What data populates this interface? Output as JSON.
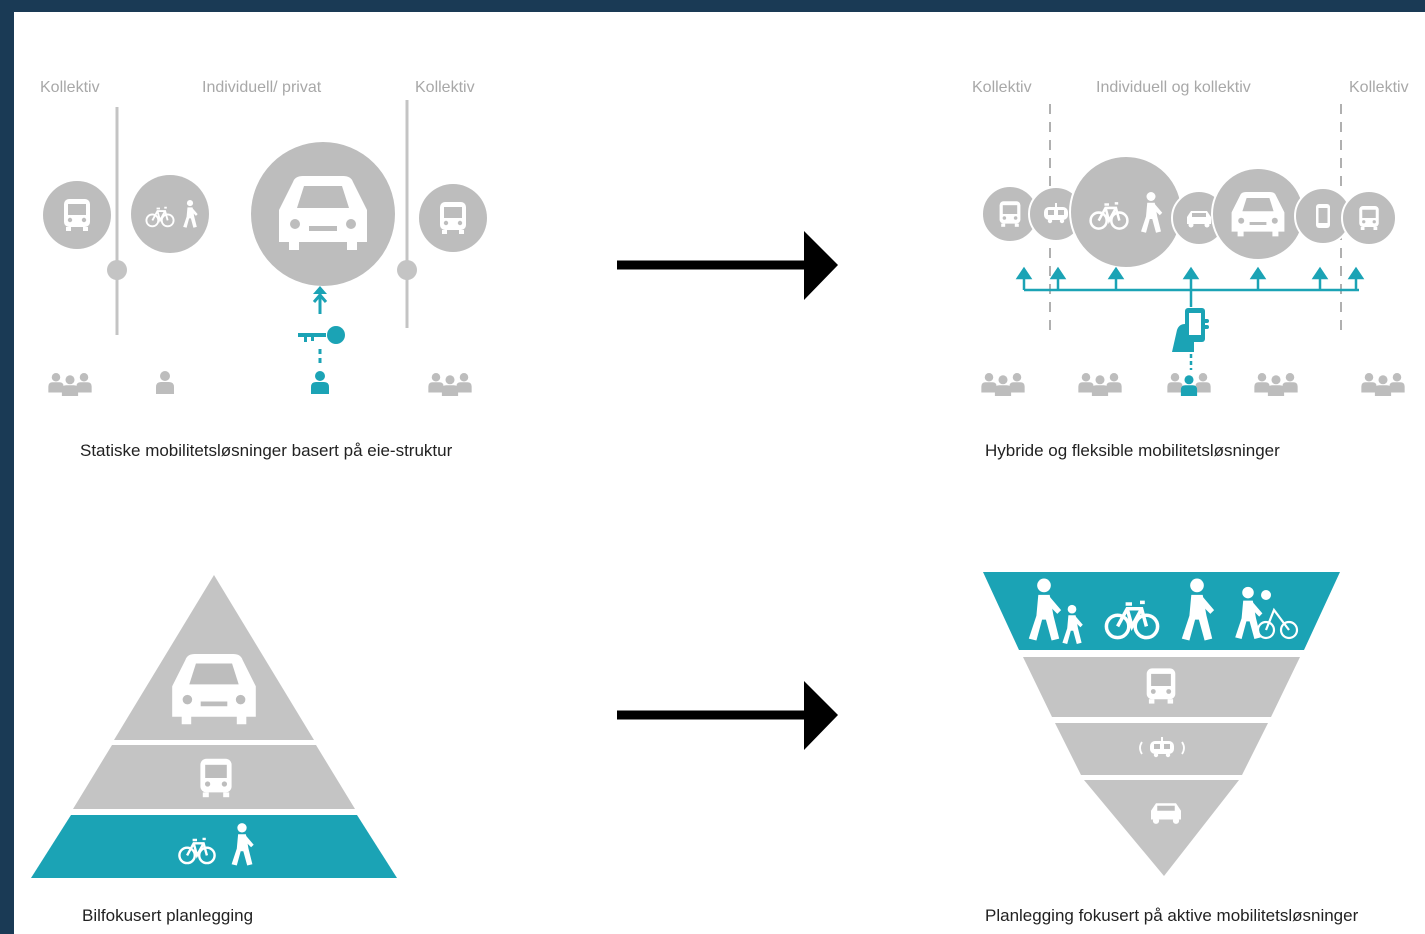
{
  "colors": {
    "teal": "#1ba3b5",
    "gray": "#bdbdbd",
    "light_gray": "#c9c9c9",
    "text": "#222222",
    "arrow": "#000000"
  },
  "top_left": {
    "headers": [
      "Kollektiv",
      "Individuell/ privat",
      "Kollektiv"
    ],
    "caption": "Statiske mobilitetsløsninger basert på eie-struktur"
  },
  "top_right": {
    "headers": [
      "Kollektiv",
      "Individuell og kollektiv",
      "Kollektiv"
    ],
    "caption": "Hybride og fleksible mobilitetsløsninger"
  },
  "bottom_left": {
    "caption": "Bilfokusert planlegging"
  },
  "bottom_right": {
    "caption": "Planlegging fokusert på aktive mobilitetsløsninger"
  },
  "icons": [
    "bus-icon",
    "bike-walk-icon",
    "car-icon",
    "key-icon",
    "person-icon",
    "group-icon",
    "phone-hand-icon",
    "shuttle-icon",
    "scooter-icon",
    "walk-child-icon",
    "family-bike-icon"
  ]
}
